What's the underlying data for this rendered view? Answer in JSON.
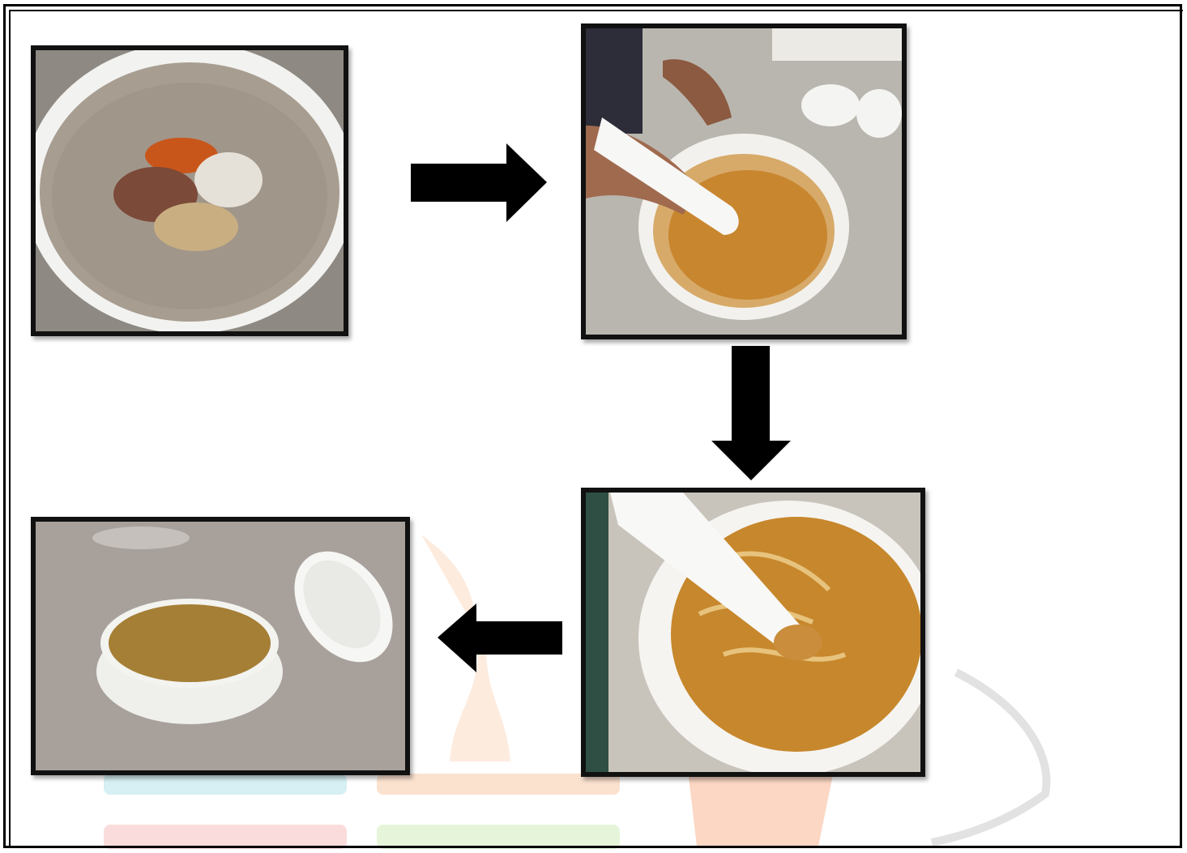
{
  "figure": {
    "steps": [
      {
        "id": 1,
        "depicts": "spice-powders-in-mortar-icon"
      },
      {
        "id": 2,
        "depicts": "grinding-powder-with-pestle-icon"
      },
      {
        "id": 3,
        "depicts": "mixing-paste-with-pestle-icon"
      },
      {
        "id": 4,
        "depicts": "paste-in-container-icon"
      }
    ],
    "arrows": [
      {
        "from": 1,
        "to": 2,
        "direction": "right"
      },
      {
        "from": 2,
        "to": 3,
        "direction": "down"
      },
      {
        "from": 3,
        "to": 4,
        "direction": "left"
      }
    ],
    "colors": {
      "frame": "#000000",
      "arrow": "#000000",
      "paste": "#b9852a",
      "powder": "#c8862f",
      "watermark_orange": "#f6c9a8",
      "watermark_teal": "#cfecef"
    }
  }
}
